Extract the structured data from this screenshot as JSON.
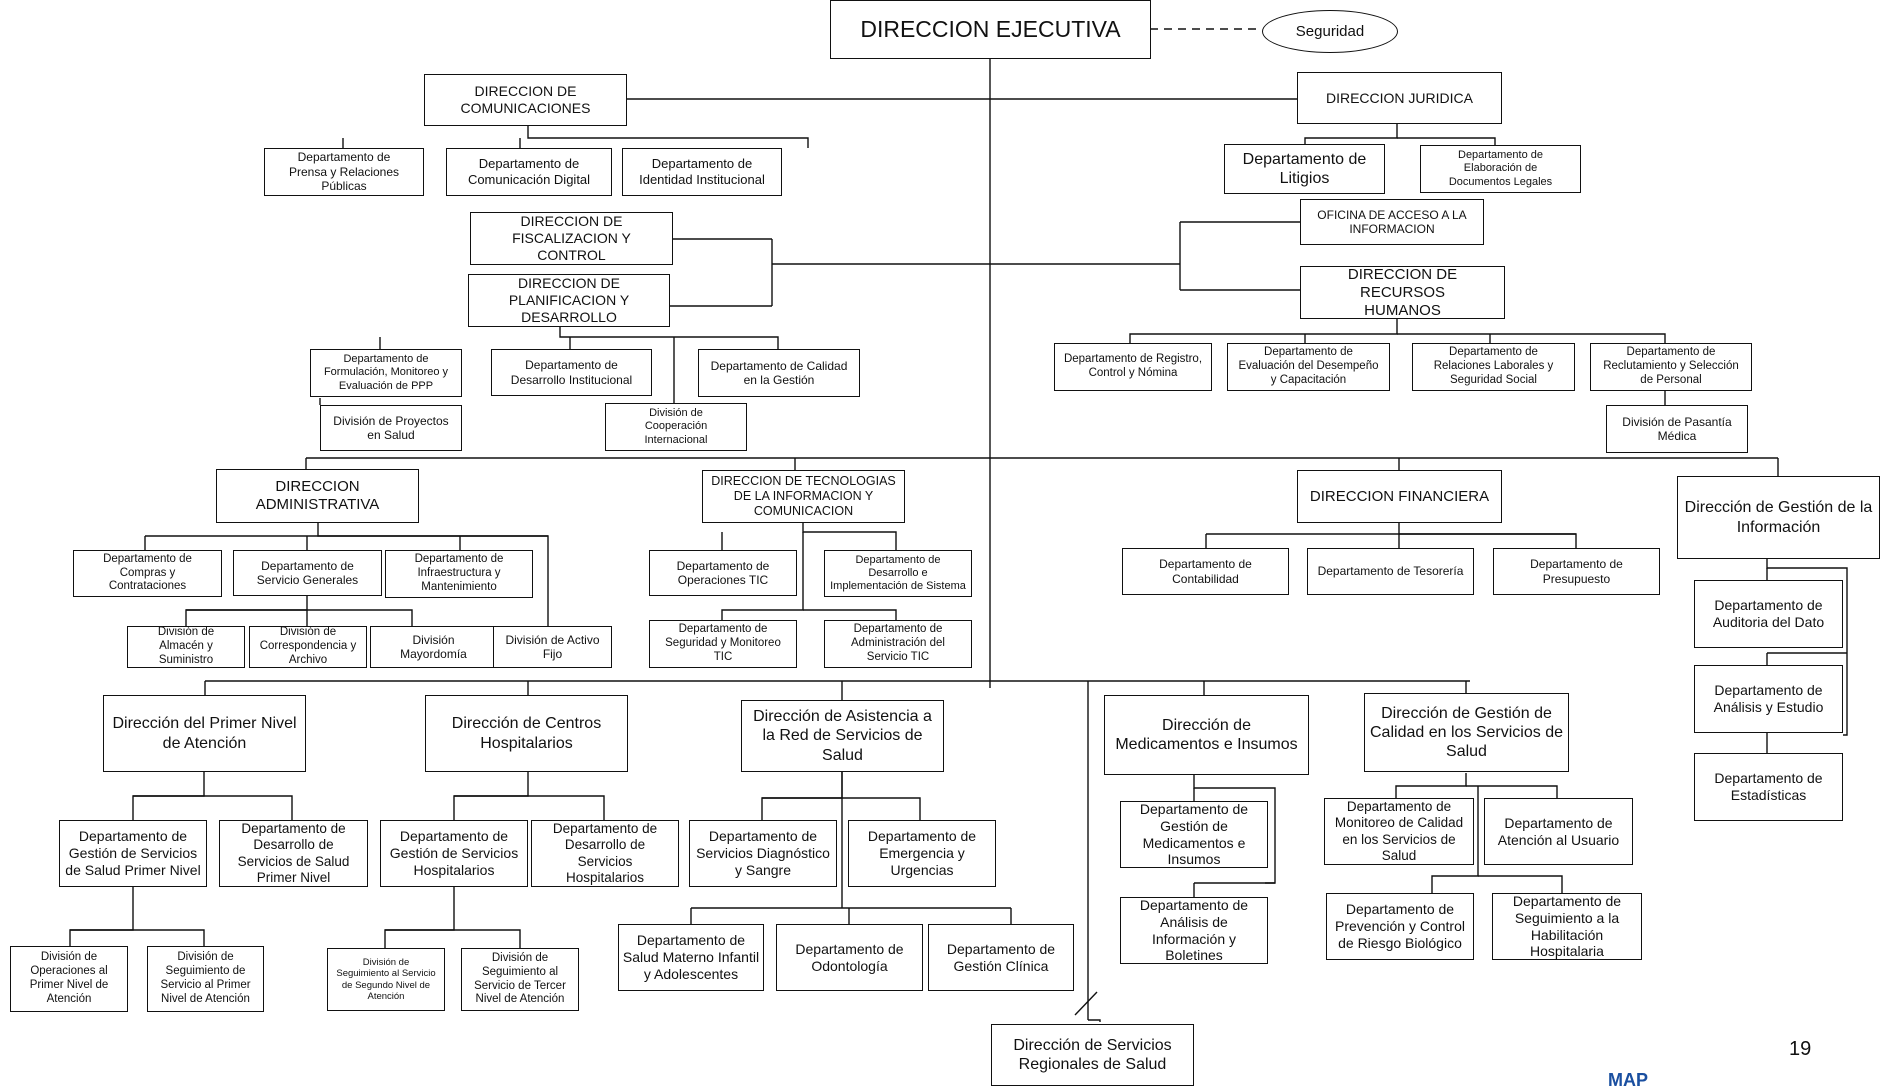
{
  "org_chart": {
    "executive": "DIRECCION EJECUTIVA",
    "security": "Seguridad",
    "comunicaciones": {
      "title": "DIRECCION DE\nCOMUNICACIONES",
      "departments": [
        "Departamento de\nPrensa y Relaciones\nPúblicas",
        "Departamento de\nComunicación Digital",
        "Departamento de\nIdentidad Institucional"
      ]
    },
    "juridica": {
      "title": "DIRECCION JURIDICA",
      "departments": [
        "Departamento de\nLitigios",
        "Departamento de\nElaboración de\nDocumentos Legales"
      ]
    },
    "acceso_informacion": "OFICINA DE ACCESO A LA\nINFORMACION",
    "fiscalizacion": "DIRECCION DE\nFISCALIZACION Y\nCONTROL",
    "planificacion": {
      "title": "DIRECCION DE\nPLANIFICACION Y\nDESARROLLO",
      "departments": [
        "Departamento de\nFormulación, Monitoreo y\nEvaluación de PPP",
        "Departamento de\nDesarrollo Institucional",
        "Departamento de  Calidad\nen la Gestión"
      ],
      "divisions": [
        "División de Proyectos\nen Salud",
        "División de\nCooperación\nInternacional"
      ]
    },
    "recursos_humanos": {
      "title": "DIRECCION DE RECURSOS\nHUMANOS",
      "departments": [
        "Departamento de Registro,\nControl y Nómina",
        "Departamento de\nEvaluación del Desempeño\ny Capacitación",
        "Departamento de\nRelaciones Laborales y\nSeguridad Social",
        "Departamento de\nReclutamiento y Selección\nde Personal"
      ],
      "divisions": [
        "División de Pasantía\nMédica"
      ]
    },
    "administrativa": {
      "title": "DIRECCION\nADMINISTRATIVA",
      "departments": [
        "Departamento de\nCompras y\nContrataciones",
        "Departamento de\nServicio Generales",
        "Departamento de\nInfraestructura y\nMantenimiento"
      ],
      "divisions": [
        "División de\nAlmacén y\nSuministro",
        "División de\nCorrespondencia y\nArchivo",
        "División\nMayordomía",
        "División de Activo\nFijo"
      ]
    },
    "tic": {
      "title": "DIRECCION DE TECNOLOGIAS\nDE LA INFORMACION Y\nCOMUNICACION",
      "departments": [
        "Departamento de\nOperaciones TIC",
        "Departamento de\nDesarrollo e\nImplementación de Sistema",
        "Departamento de\nSeguridad y Monitoreo\nTIC",
        "Departamento de\nAdministración del\nServicio TIC"
      ]
    },
    "financiera": {
      "title": "DIRECCION FINANCIERA",
      "departments": [
        "Departamento de\nContabilidad",
        "Departamento de Tesorería",
        "Departamento de\nPresupuesto"
      ]
    },
    "gestion_informacion": {
      "title": "Dirección de Gestión de la\nInformación",
      "departments": [
        "Departamento de\nAuditoria del Dato",
        "Departamento de\nAnálisis y Estudio",
        "Departamento de\nEstadísticas"
      ]
    },
    "primer_nivel": {
      "title": "Dirección del Primer Nivel\nde Atención",
      "departments": [
        "Departamento de\nGestión de Servicios\nde Salud Primer Nivel",
        "Departamento de\nDesarrollo de\nServicios de Salud\nPrimer Nivel"
      ],
      "divisions": [
        "División de\nOperaciones al\nPrimer Nivel de\nAtención",
        "División de\nSeguimiento de\nServicio al Primer\nNivel de Atención"
      ]
    },
    "centros_hospitalarios": {
      "title": "Dirección de Centros\nHospitalarios",
      "departments": [
        "Departamento de\nGestión de Servicios\nHospitalarios",
        "Departamento de\nDesarrollo de\nServicios\nHospitalarios"
      ],
      "divisions": [
        "División de\nSeguimiento al Servicio\nde Segundo Nivel de\nAtención",
        "División de\nSeguimiento al\nServicio de Tercer\nNivel de Atención"
      ]
    },
    "asistencia_red": {
      "title": "Dirección de Asistencia a\nla Red de Servicios de\nSalud",
      "departments": [
        "Departamento de\nServicios Diagnóstico\ny Sangre",
        "Departamento de\nEmergencia y\nUrgencias",
        "Departamento de\nSalud Materno Infantil\ny Adolescentes",
        "Departamento de\nOdontología",
        "Departamento de\nGestión Clínica"
      ]
    },
    "medicamentos": {
      "title": "Dirección de\nMedicamentos e Insumos",
      "departments": [
        "Departamento de\nGestión de\nMedicamentos e\nInsumos",
        "Departamento de\nAnálisis de\nInformación y\nBoletines"
      ]
    },
    "calidad_servicios": {
      "title": "Dirección de Gestión de\nCalidad en los Servicios de\nSalud",
      "departments": [
        "Departamento de\nMonitoreo de Calidad\nen los Servicios de\nSalud",
        "Departamento de\nAtención al Usuario",
        "Departamento de\nPrevención y Control\nde Riesgo Biológico",
        "Departamento de\nSeguimiento a la\nHabilitación\nHospitalaria"
      ]
    },
    "servicios_regionales": "Dirección de Servicios\nRegionales de Salud",
    "page_number": "19",
    "logo_text": "MAP"
  }
}
